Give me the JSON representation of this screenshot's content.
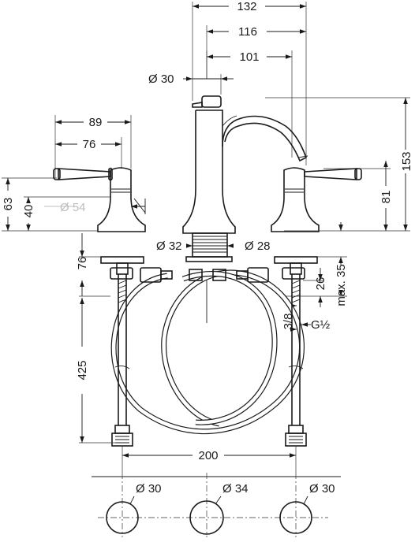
{
  "dimensions": {
    "width_overall": "132",
    "width_116": "116",
    "spout_reach": "101",
    "spout_diameter": "Ø 30",
    "handle_89": "89",
    "handle_76": "76",
    "height_63": "63",
    "height_40": "40",
    "escutcheon_54": "Ø 54",
    "spout_height": "153",
    "handle_height": "81",
    "base_32": "Ø 32",
    "base_28": "Ø 28",
    "shank_76": "76",
    "max_35": "max. 35",
    "dim_26": "26",
    "tube_38": "3/8",
    "thread_g12": "G½",
    "hose_425": "425",
    "spread_200": "200",
    "hole_left": "Ø 30",
    "hole_center": "Ø 34",
    "hole_right": "Ø 30"
  }
}
